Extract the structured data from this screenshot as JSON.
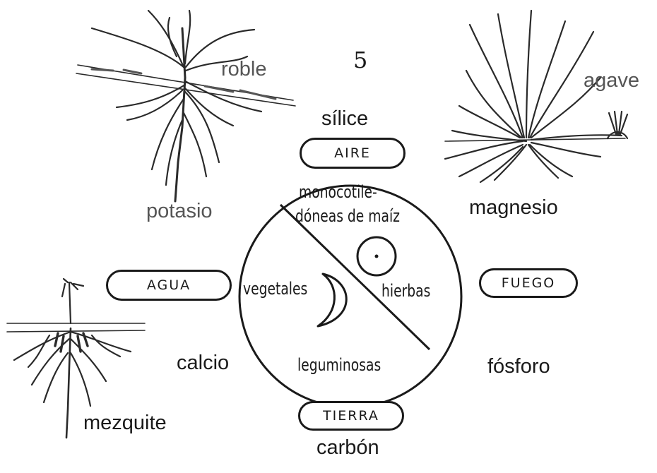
{
  "page_number": "5",
  "elements": {
    "top": "AIRE",
    "left": "AGUA",
    "right": "FUEGO",
    "bottom": "TIERRA"
  },
  "minerals": {
    "top": "sílice",
    "top_left": "potasio",
    "top_right": "magnesio",
    "bottom_left": "calcio",
    "bottom_right": "fósforo",
    "bottom": "carbón"
  },
  "plants": {
    "top_left": "roble",
    "top_right": "agave",
    "bottom_left": "mezquite"
  },
  "circle": {
    "top": "monocotile-",
    "top2": "dóneas de maíz",
    "left": "vegetales",
    "right": "hierbas",
    "bottom": "leguminosas"
  },
  "icons": [
    "oak-tree-icon",
    "agave-plant-icon",
    "mesquite-plant-icon",
    "sun-icon",
    "moon-icon"
  ]
}
